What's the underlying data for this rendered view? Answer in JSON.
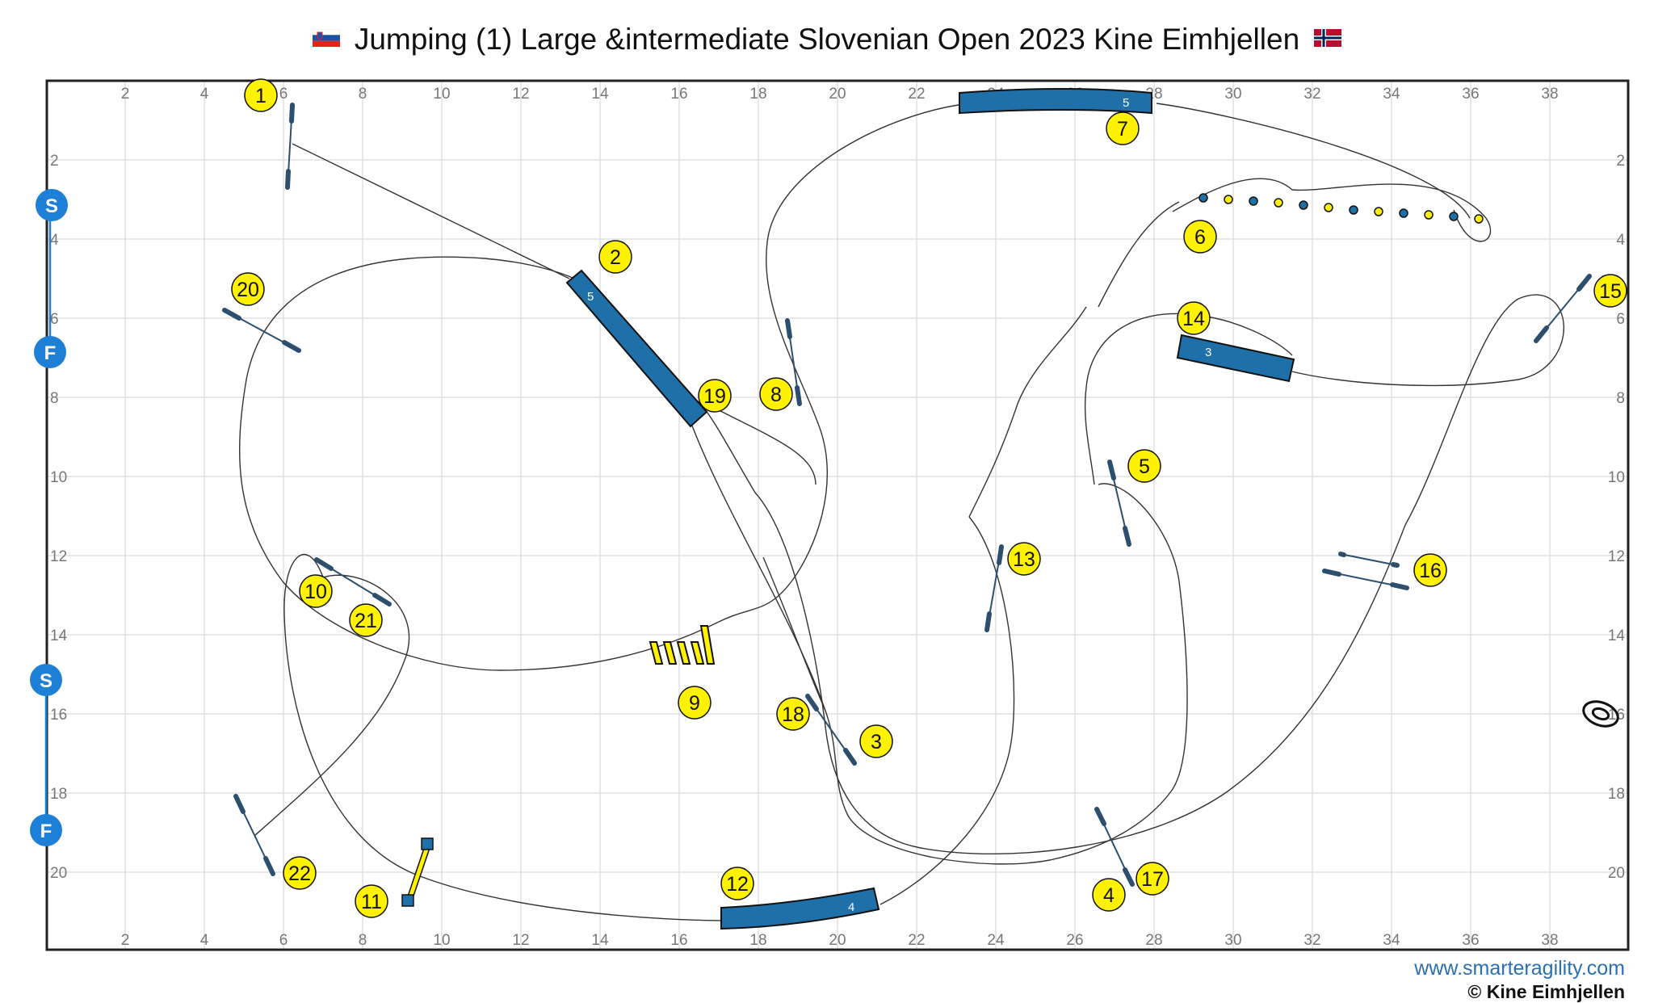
{
  "header": {
    "title": "Jumping (1) Large &intermediate Slovenian Open 2023 Kine Eimhjellen",
    "flag_left": "slovenia-flag",
    "flag_right": "norway-flag"
  },
  "footer": {
    "url": "www.smarteragility.com",
    "copyright": "© Kine Eimhjellen"
  },
  "grid": {
    "x_ticks": [
      "2",
      "4",
      "6",
      "8",
      "10",
      "12",
      "14",
      "16",
      "18",
      "20",
      "22",
      "24",
      "26",
      "28",
      "30",
      "32",
      "34",
      "36",
      "38"
    ],
    "y_ticks": [
      "2",
      "4",
      "6",
      "8",
      "10",
      "12",
      "14",
      "16",
      "18",
      "20"
    ]
  },
  "colors": {
    "tunnel": "#1f6fa8",
    "marker": "#fff200",
    "start_finish": "#1e7fd6",
    "jump_bar": "#2c4f6e"
  },
  "start_finish": [
    {
      "id": "s1",
      "label": "S"
    },
    {
      "id": "f1",
      "label": "F"
    },
    {
      "id": "s2",
      "label": "S"
    },
    {
      "id": "f2",
      "label": "F"
    }
  ],
  "tunnel_labels": {
    "t5a": "5",
    "t5b": "5",
    "t3": "3",
    "t4": "4"
  },
  "obstacles": [
    {
      "key": "n1",
      "label": "1"
    },
    {
      "key": "n2",
      "label": "2"
    },
    {
      "key": "n3",
      "label": "3"
    },
    {
      "key": "n4",
      "label": "4"
    },
    {
      "key": "n5",
      "label": "5"
    },
    {
      "key": "n6",
      "label": "6"
    },
    {
      "key": "n7",
      "label": "7"
    },
    {
      "key": "n8",
      "label": "8"
    },
    {
      "key": "n9",
      "label": "9"
    },
    {
      "key": "n10",
      "label": "10"
    },
    {
      "key": "n11",
      "label": "11"
    },
    {
      "key": "n12",
      "label": "12"
    },
    {
      "key": "n13",
      "label": "13"
    },
    {
      "key": "n14",
      "label": "14"
    },
    {
      "key": "n15",
      "label": "15"
    },
    {
      "key": "n16",
      "label": "16"
    },
    {
      "key": "n17",
      "label": "17"
    },
    {
      "key": "n18",
      "label": "18"
    },
    {
      "key": "n19",
      "label": "19"
    },
    {
      "key": "n20",
      "label": "20"
    },
    {
      "key": "n21",
      "label": "21"
    },
    {
      "key": "n22",
      "label": "22"
    }
  ]
}
